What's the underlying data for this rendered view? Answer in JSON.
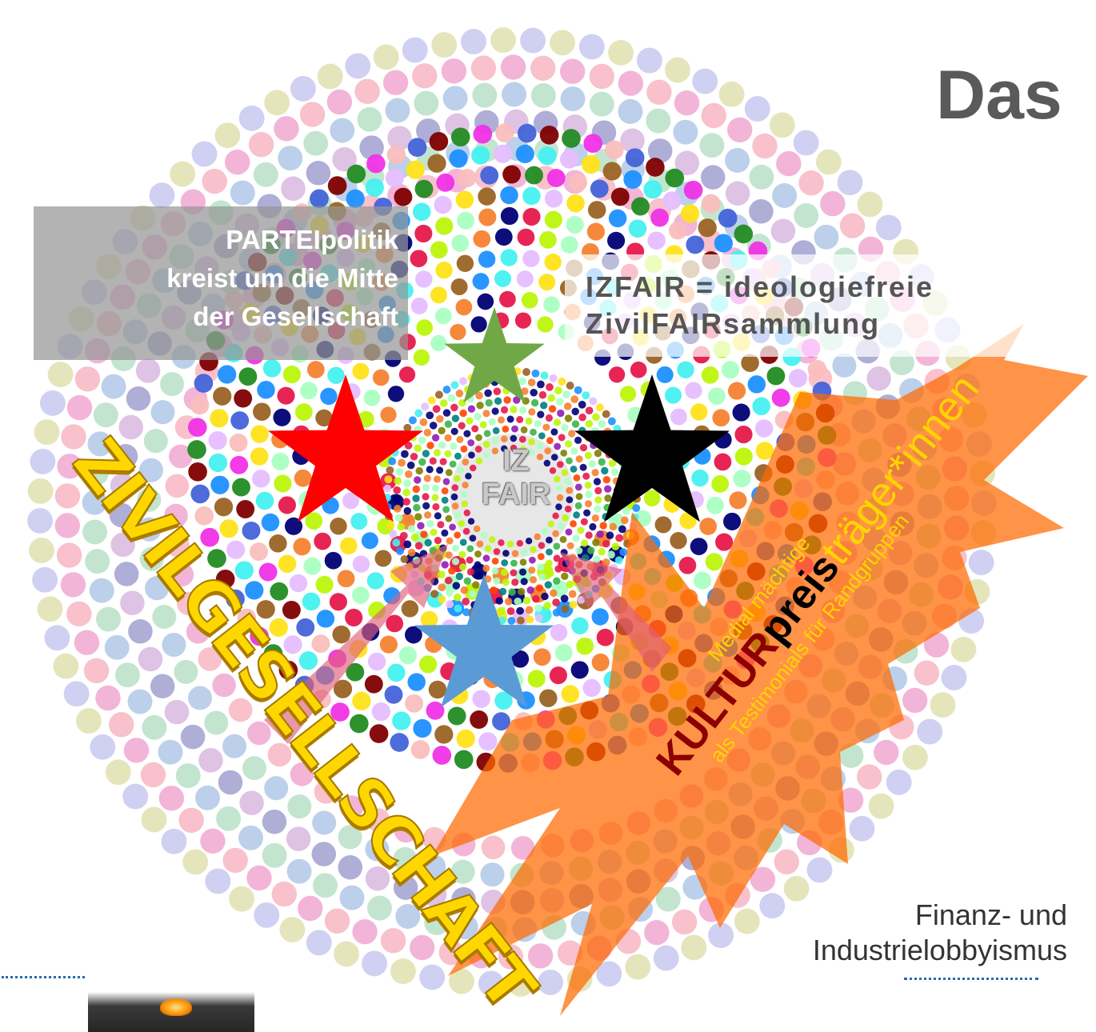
{
  "slide": {
    "title": "Das",
    "party_box": {
      "line1": "PARTEIpolitik",
      "line2": "kreist um die Mitte",
      "line3": "der Gesellschaft"
    },
    "izfair_box": {
      "line1": "IZFAIR = ideologiefreie",
      "line2": "ZivilFAIRsammlung"
    },
    "center_logo": {
      "line1": "IZ",
      "line2": "FAIR"
    },
    "burst": {
      "line1": "Medial mächtige",
      "kultur": "KULTUR",
      "preis": "preis",
      "rest": "träger*innen",
      "line3": "als Testimonials für Randgruppen"
    },
    "zivilgesellschaft": "ZIVILGESELLSCHAFT",
    "finanz": {
      "line1": "Finanz- und",
      "line2": "Industrielobbyismus"
    }
  },
  "colors": {
    "star_red": "#ff0000",
    "star_green": "#70a847",
    "star_black": "#000000",
    "star_blue": "#5b9bd5",
    "burst_orange": "#ff6a00",
    "arrow_pink": "#e0607a",
    "accent_blue": "#2b67b0",
    "gold": "#ffd700"
  },
  "icons": [
    "red-star-icon",
    "green-star-icon",
    "black-star-icon",
    "blue-star-icon",
    "arrow-icon",
    "explosion-burst-icon"
  ]
}
